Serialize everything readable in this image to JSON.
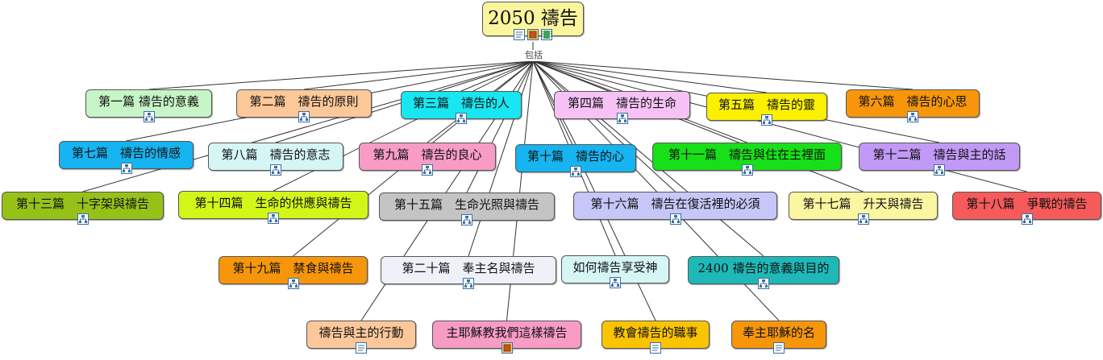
{
  "root": {
    "title": "2050 禱告"
  },
  "hub": {
    "label": "包括"
  },
  "nodes": [
    {
      "key": "n1",
      "label": "第一篇 禱告的意義",
      "color": "#c7f5c7",
      "icon": "submap-icon"
    },
    {
      "key": "n2",
      "label": "第二篇　禱告的原則",
      "color": "#fcc89a",
      "icon": "submap-icon"
    },
    {
      "key": "n3",
      "label": "第三篇　禱告的人",
      "color": "#18e6f0",
      "icon": "submap-icon"
    },
    {
      "key": "n4",
      "label": "第四篇　禱告的生命",
      "color": "#f6c2f6",
      "icon": "submap-icon"
    },
    {
      "key": "n5",
      "label": "第五篇　禱告的靈",
      "color": "#fbf000",
      "icon": "submap-icon"
    },
    {
      "key": "n6",
      "label": "第六篇　禱告的心思",
      "color": "#f7960a",
      "icon": "submap-icon"
    },
    {
      "key": "n7",
      "label": "第七篇　禱告的情感",
      "color": "#16b4f0",
      "icon": "submap-icon"
    },
    {
      "key": "n8",
      "label": "第八篇　禱告的意志",
      "color": "#d6f6f6",
      "icon": "submap-icon"
    },
    {
      "key": "n9",
      "label": "第九篇　禱告的良心",
      "color": "#f89cc6",
      "icon": "submap-icon"
    },
    {
      "key": "n10",
      "label": "第十篇　禱告的心",
      "color": "#16b4f0",
      "icon": "submap-icon"
    },
    {
      "key": "n11",
      "label": "第十一篇　禱告與住在主裡面",
      "color": "#18e018",
      "icon": "submap-icon"
    },
    {
      "key": "n12",
      "label": "第十二篇　禱告與主的話",
      "color": "#c299f6",
      "icon": "submap-icon"
    },
    {
      "key": "n13",
      "label": "第十三篇　十字架與禱告",
      "color": "#96c218",
      "icon": "submap-icon"
    },
    {
      "key": "n14",
      "label": "第十四篇　生命的供應與禱告",
      "color": "#d2f618",
      "icon": "submap-icon"
    },
    {
      "key": "n15",
      "label": "第十五篇　生命光照與禱告",
      "color": "#c4c4c4",
      "icon": "submap-icon"
    },
    {
      "key": "n16",
      "label": "第十六篇　禱告在復活裡的必須",
      "color": "#c6c6f8",
      "icon": "submap-icon"
    },
    {
      "key": "n17",
      "label": "第十七篇　升天與禱告",
      "color": "#fbf6a0",
      "icon": "submap-icon"
    },
    {
      "key": "n18",
      "label": "第十八篇　爭戰的禱告",
      "color": "#f65a5a",
      "icon": "submap-icon"
    },
    {
      "key": "n19",
      "label": "第十九篇　禁食與禱告",
      "color": "#f7960a",
      "icon": "submap-icon"
    },
    {
      "key": "n20",
      "label": "第二十篇　奉主名與禱告",
      "color": "#eef2f8",
      "icon": "submap-icon"
    },
    {
      "key": "n21",
      "label": "如何禱告享受神",
      "color": "#d6f6f6",
      "icon": "submap-icon"
    },
    {
      "key": "n22",
      "label": "2400 禱告的意義與目的",
      "color": "#1fb8b8",
      "icon": "submap-icon"
    },
    {
      "key": "n23",
      "label": "禱告與主的行動",
      "color": "#fcc89a",
      "icon": "note-icon"
    },
    {
      "key": "n24",
      "label": "主耶穌教我們這樣禱告",
      "color": "#f89cc6",
      "icon": "picture-icon"
    },
    {
      "key": "n25",
      "label": "教會禱告的職事",
      "color": "#fbc400",
      "icon": "note-icon"
    },
    {
      "key": "n26",
      "label": "奉主耶穌的名",
      "color": "#f7960a",
      "icon": "note-icon"
    }
  ]
}
